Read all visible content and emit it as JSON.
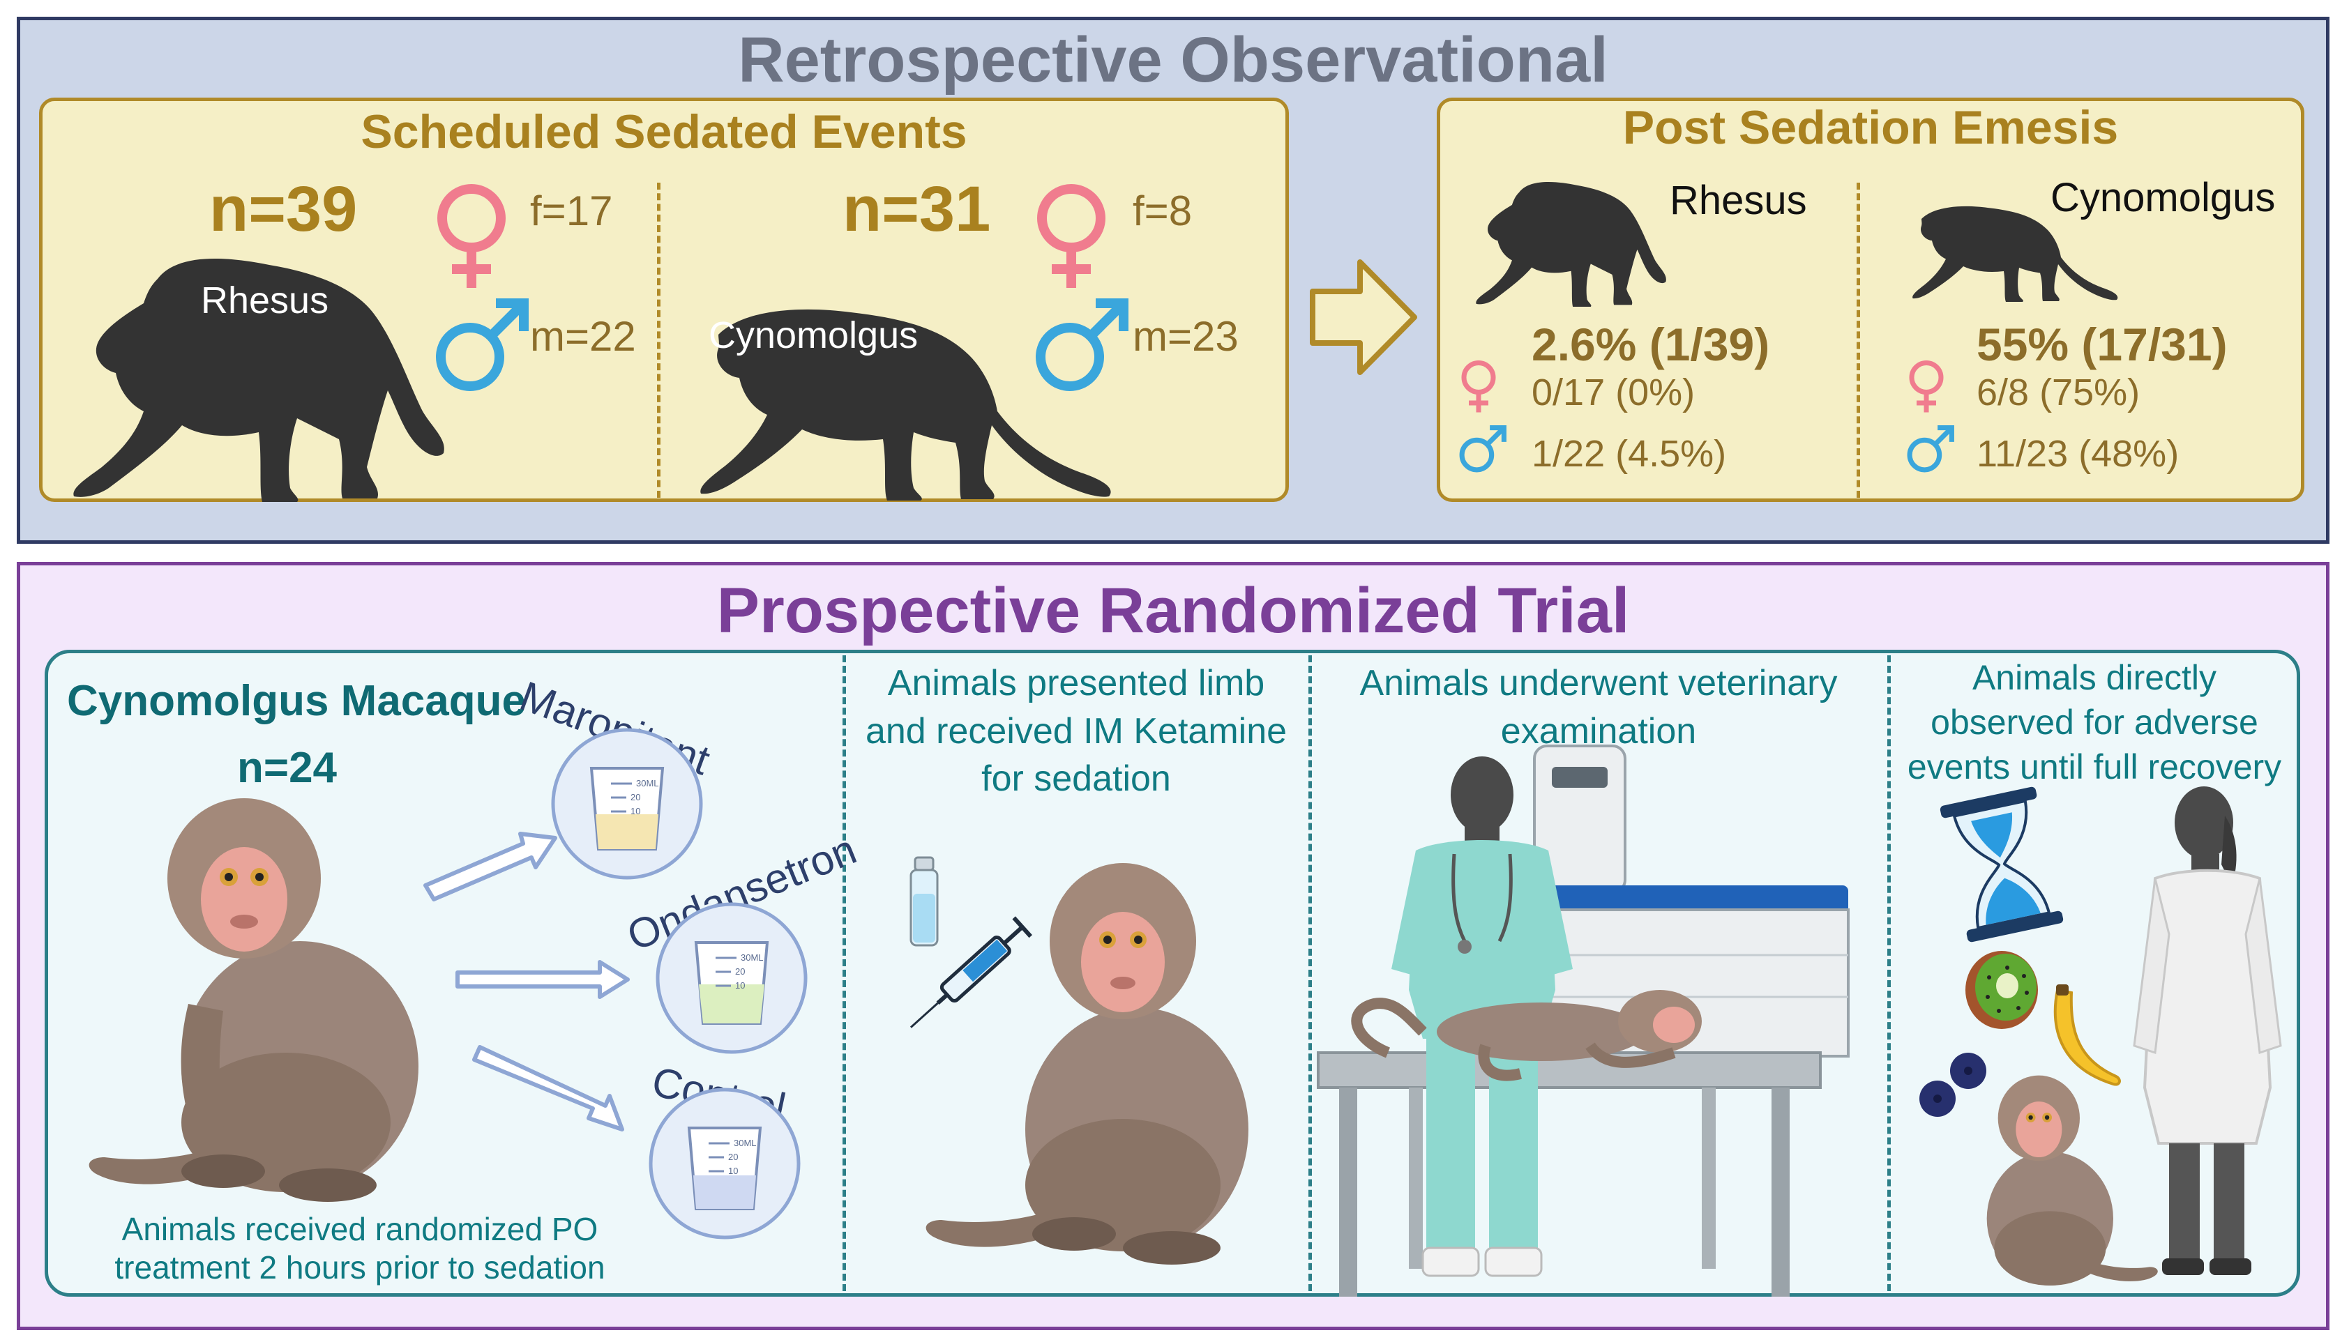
{
  "retro": {
    "title": "Retrospective Observational",
    "scheduled": {
      "title": "Scheduled Sedated Events",
      "rhesus": {
        "n": "n=39",
        "label": "Rhesus",
        "f": "f=17",
        "m": "m=22"
      },
      "cyno": {
        "n": "n=31",
        "label": "Cynomolgus",
        "f": "f=8",
        "m": "m=23"
      }
    },
    "emesis": {
      "title": "Post Sedation Emesis",
      "rhesus": {
        "label": "Rhesus",
        "total": "2.6% (1/39)",
        "female": "0/17 (0%)",
        "male": "1/22 (4.5%)"
      },
      "cyno": {
        "label": "Cynomolgus",
        "total": "55% (17/31)",
        "female": "6/8 (75%)",
        "male": "11/23 (48%)"
      }
    }
  },
  "trial": {
    "title": "Prospective Randomized Trial",
    "macaque": {
      "title": "Cynomolgus Macaque",
      "n": "n=24"
    },
    "groups": [
      "Maropitant",
      "Ondansetron",
      "Control"
    ],
    "cup_marks": [
      "30ML",
      "20",
      "10"
    ],
    "caption1": [
      "Animals received randomized PO",
      "treatment 2 hours prior to sedation"
    ],
    "step2": [
      "Animals presented limb",
      "and received IM Ketamine",
      "for sedation"
    ],
    "step3": [
      "Animals underwent veterinary",
      "examination"
    ],
    "step4": [
      "Animals directly",
      "observed for adverse",
      "events until full recovery"
    ]
  },
  "colors": {
    "female": "#f07c8e",
    "male": "#3aa6dc",
    "gold": "#a9811f",
    "teal": "#0f7a82",
    "purple": "#7a3f98",
    "retro_title": "#6c7384"
  },
  "icons": [
    "female-symbol-icon",
    "male-symbol-icon",
    "arrow-right-icon",
    "syringe-icon",
    "vial-icon",
    "hourglass-icon",
    "kiwi-icon",
    "banana-icon",
    "blueberries-icon",
    "measuring-cup-icon"
  ]
}
